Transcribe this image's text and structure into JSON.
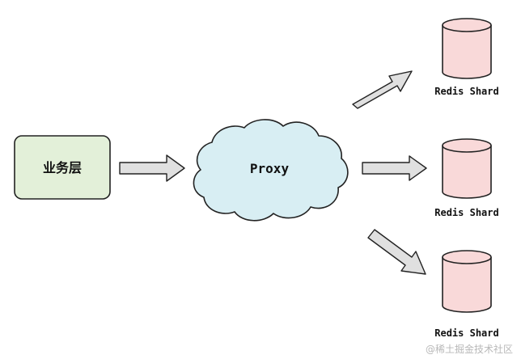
{
  "business_layer": {
    "label": "业务层",
    "fill": "#e3f0d9",
    "stroke": "#222222"
  },
  "proxy": {
    "label": "Proxy",
    "fill": "#d8eef3",
    "stroke": "#222222"
  },
  "shards": [
    {
      "label": "Redis Shard"
    },
    {
      "label": "Redis Shard"
    },
    {
      "label": "Redis Shard"
    }
  ],
  "shard_style": {
    "fill": "#f9d9d9",
    "stroke": "#222222"
  },
  "arrow_style": {
    "fill": "#e0e0e0",
    "stroke": "#222222"
  },
  "watermark": "@稀土掘金技术社区"
}
